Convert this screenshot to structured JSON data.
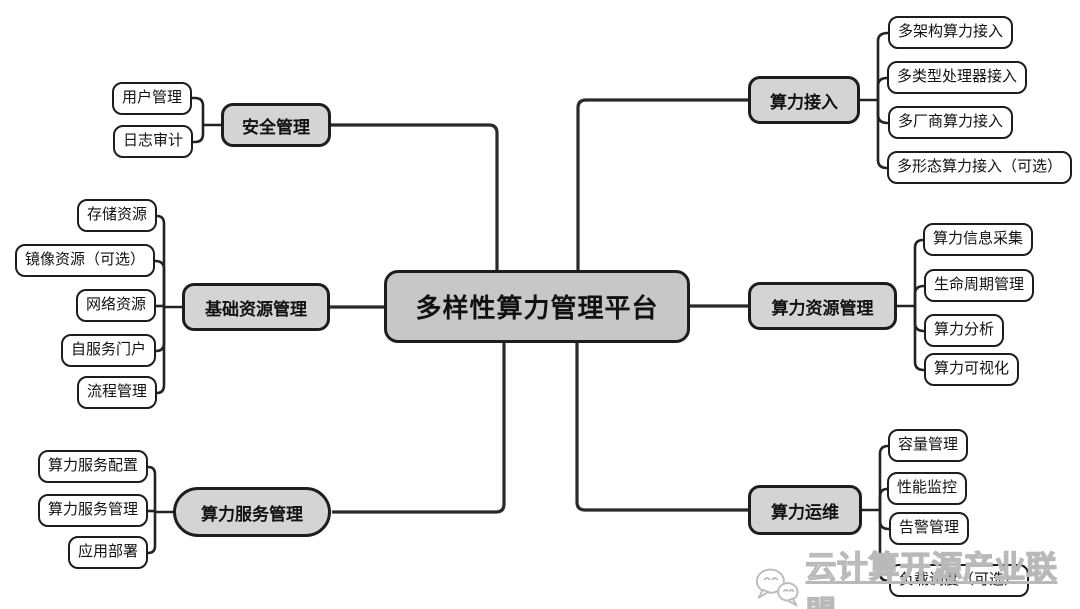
{
  "center": {
    "label": "多样性算力管理平台"
  },
  "branches": [
    {
      "label": "安全管理",
      "children": [
        "用户管理",
        "日志审计"
      ]
    },
    {
      "label": "基础资源管理",
      "children": [
        "存储资源",
        "镜像资源（可选）",
        "网络资源",
        "自服务门户",
        "流程管理"
      ]
    },
    {
      "label": "算力服务管理",
      "children": [
        "算力服务配置",
        "算力服务管理",
        "应用部署"
      ]
    },
    {
      "label": "算力接入",
      "children": [
        "多架构算力接入",
        "多类型处理器接入",
        "多厂商算力接入",
        "多形态算力接入（可选）"
      ]
    },
    {
      "label": "算力资源管理",
      "children": [
        "算力信息采集",
        "生命周期管理",
        "算力分析",
        "算力可视化"
      ]
    },
    {
      "label": "算力运维",
      "children": [
        "容量管理",
        "性能监控",
        "告警管理",
        "负载调度（可选）"
      ]
    }
  ],
  "watermark": {
    "icon": "wechat-icon",
    "text": "云计算开源产业联盟"
  },
  "colors": {
    "center_fill": "#c7c7c7",
    "branch_fill": "#d4d4d4",
    "child_fill": "#ffffff",
    "line": "#2a2a2a",
    "watermark": "#b9b9b9"
  }
}
